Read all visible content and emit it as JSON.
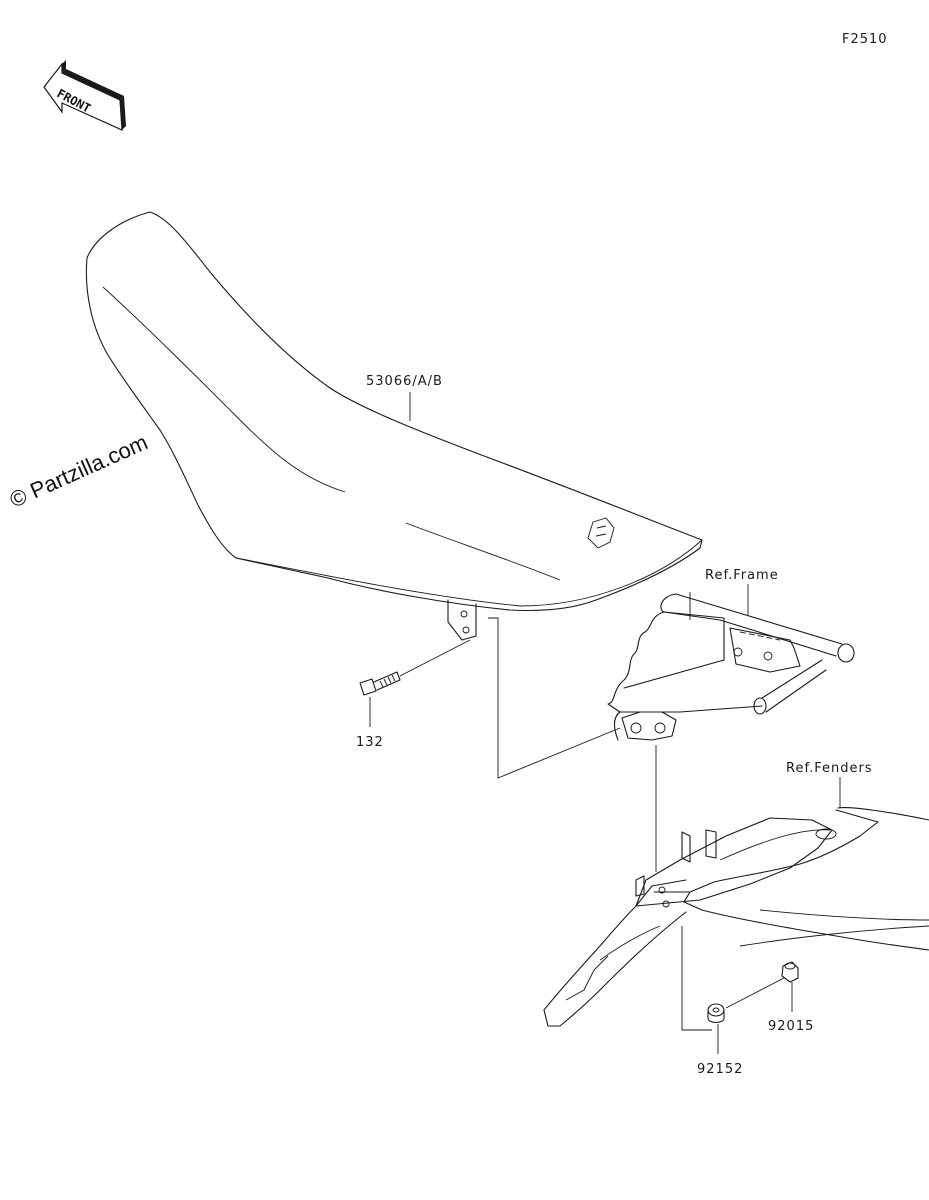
{
  "diagram_id": "F2510",
  "front_label": "FRONT",
  "watermark": "© Partzilla.com",
  "parts": {
    "seat": "53066/A/B",
    "bolt": "132",
    "nut": "92015",
    "washer": "92152"
  },
  "references": {
    "frame": "Ref.Frame",
    "fenders": "Ref.Fenders"
  }
}
